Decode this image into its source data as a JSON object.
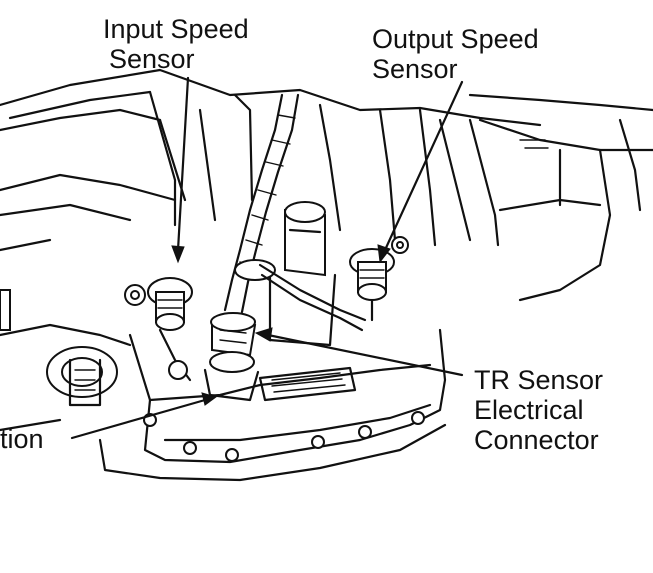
{
  "labels": {
    "input_speed_sensor_line1": "Input Speed",
    "input_speed_sensor_line2": "Sensor",
    "output_speed_sensor_line1": "Output Speed",
    "output_speed_sensor_line2": "Sensor",
    "tr_sensor_line1": "TR Sensor",
    "tr_sensor_line2": "Electrical",
    "tr_sensor_line3": "Connector",
    "partial_left_label": "tion"
  },
  "colors": {
    "ink": "#111111",
    "background": "#ffffff"
  }
}
